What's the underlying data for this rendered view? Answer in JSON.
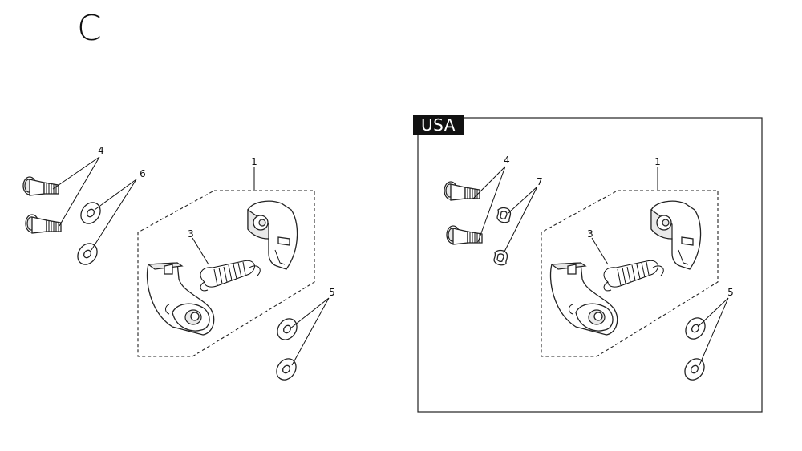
{
  "section_letter": "C",
  "usa_label": "USA",
  "left_callouts": {
    "p1": "1",
    "p3": "3",
    "p4": "4",
    "p5": "5",
    "p6": "6"
  },
  "right_callouts": {
    "p1": "1",
    "p3": "3",
    "p4": "4",
    "p5": "5",
    "p7": "7"
  }
}
